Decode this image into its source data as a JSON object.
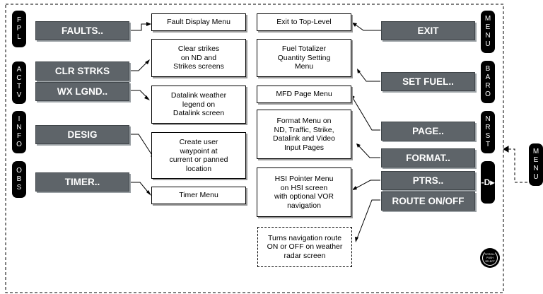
{
  "left_bezel": [
    {
      "id": "fpl",
      "letters": [
        "F",
        "P",
        "L"
      ]
    },
    {
      "id": "actv",
      "letters": [
        "A",
        "C",
        "T",
        "V"
      ]
    },
    {
      "id": "info",
      "letters": [
        "I",
        "N",
        "F",
        "O"
      ]
    },
    {
      "id": "obs",
      "letters": [
        "O",
        "B",
        "S"
      ]
    }
  ],
  "right_bezel": [
    {
      "id": "menu",
      "letters": [
        "M",
        "E",
        "N",
        "U"
      ]
    },
    {
      "id": "baro",
      "letters": [
        "B",
        "A",
        "R",
        "O"
      ]
    },
    {
      "id": "nrst",
      "letters": [
        "N",
        "R",
        "S",
        "T"
      ]
    },
    {
      "id": "direct",
      "symbol": "-D▸"
    }
  ],
  "external_bezel": {
    "letters": [
      "M",
      "E",
      "N",
      "U"
    ]
  },
  "left_softkeys": {
    "faults": "FAULTS..",
    "clr_strks": "CLR STRKS",
    "wx_lgnd": "WX LGND..",
    "desig": "DESIG",
    "timer": "TIMER.."
  },
  "right_softkeys": {
    "exit": "EXIT",
    "set_fuel": "SET FUEL..",
    "page": "PAGE..",
    "format": "FORMAT..",
    "ptrs": "PTRS..",
    "route": "ROUTE ON/OFF"
  },
  "left_descriptions": {
    "fault_display": "Fault Display Menu",
    "clear_strikes": [
      "Clear strikes",
      "on ND and",
      "Strikes screens"
    ],
    "datalink_legend": [
      "Datalink weather",
      "legend on",
      "Datalink screen"
    ],
    "create_waypoint": [
      "Create user",
      "waypoint at",
      "current or panned",
      "location"
    ],
    "timer_menu": "Timer Menu"
  },
  "right_descriptions": {
    "exit_top": "Exit to Top-Level",
    "fuel_totalizer": [
      "Fuel Totalizer",
      "Quantity Setting",
      "Menu"
    ],
    "mfd_page": "MFD Page Menu",
    "format_menu": [
      "Format Menu on",
      "ND, Traffic, Strike,",
      "Datalink and Video",
      "Input Pages"
    ],
    "hsi_pointer": [
      "HSI Pointer Menu",
      "on HSI screen",
      "with optional VOR",
      "navigation"
    ],
    "route_toggle": [
      "Turns navigation route",
      "ON or OFF on weather",
      "radar screen"
    ]
  },
  "knob": {
    "lines": [
      "SCROLL",
      "PUSH",
      "SELECT"
    ]
  }
}
